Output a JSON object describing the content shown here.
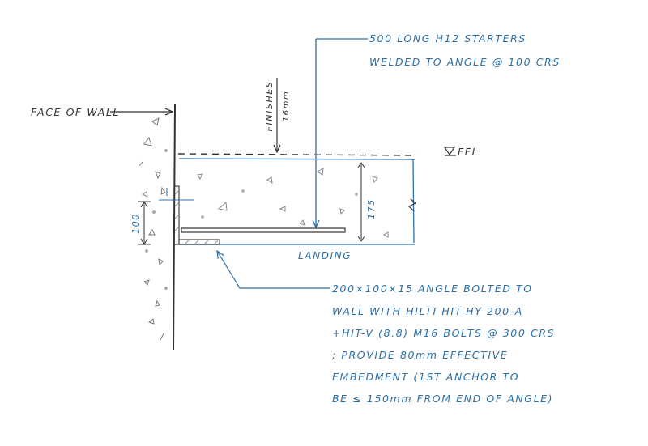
{
  "colors": {
    "ink_black": "#333333",
    "ink_blue": "#2b6fa8",
    "paper": "#ffffff"
  },
  "labels": {
    "face_of_wall": "FACE OF WALL",
    "starters_line1": "500 LONG H12 STARTERS",
    "starters_line2": "WELDED TO ANGLE @ 100 CRS",
    "finishes": "FINISHES",
    "finishes_dim": "16mm",
    "ffl": "FFL",
    "dim_slab": "175",
    "dim_angle": "100",
    "landing": "LANDING",
    "angle_notes": [
      "200×100×15 ANGLE BOLTED TO",
      "WALL WITH HILTI HIT-HY 200-A",
      "+HIT-V (8.8) M16 BOLTS @ 300 CRS",
      "; PROVIDE 80mm EFFECTIVE",
      "EMBEDMENT (1ST ANCHOR TO",
      "BE ≤ 150mm FROM END OF ANGLE)"
    ]
  }
}
